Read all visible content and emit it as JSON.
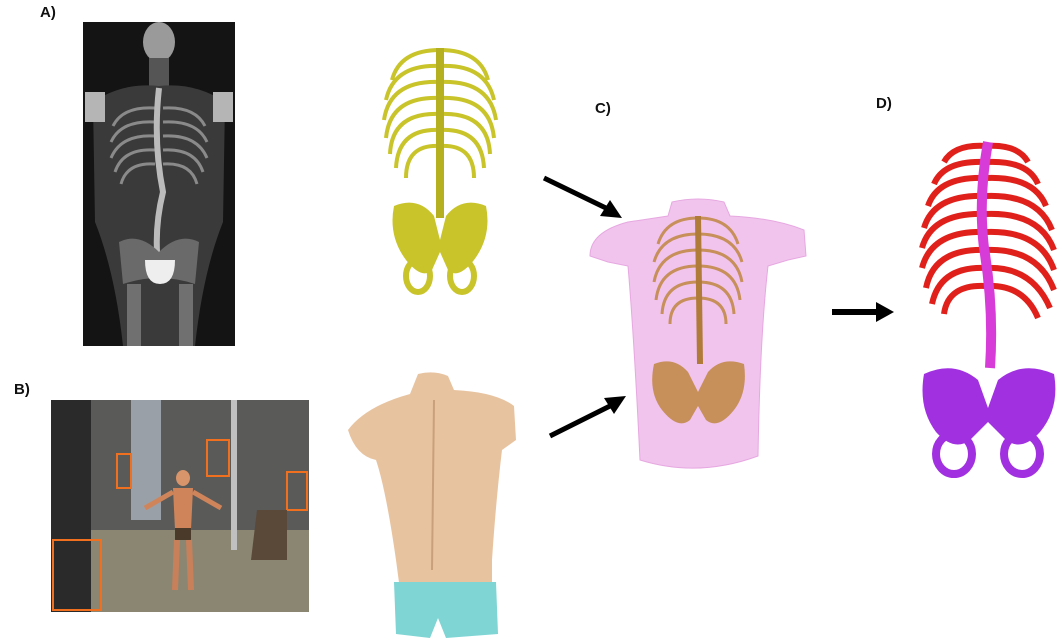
{
  "labels": {
    "a": "A)",
    "b": "B)",
    "c": "C)",
    "d": "D)"
  },
  "colors": {
    "xray_bg": "#1a1a1a",
    "bone_yellow": "#c8c42a",
    "torso_skin": "#e8c3a0",
    "shorts": "#7fd4d4",
    "torso_pink": "#f1c4ee",
    "bone_orange": "#c08640",
    "rib_red": "#e0201a",
    "spine_magenta": "#d83cd8",
    "pelvis_purple": "#a030e0",
    "arrow": "#000000"
  }
}
